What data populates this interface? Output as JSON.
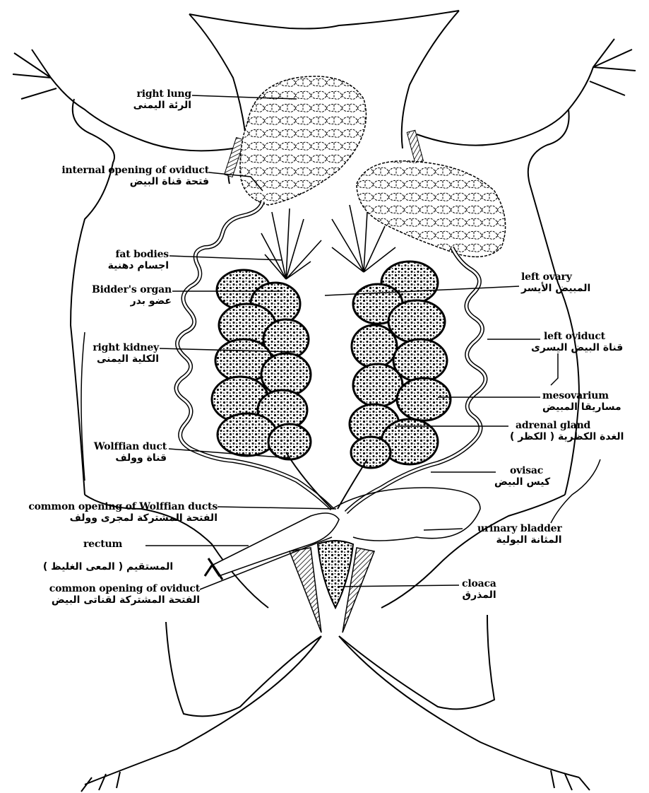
{
  "labels": {
    "right_lung": {
      "en": "right lung",
      "ar": "الرئة اليمنى"
    },
    "internal_opening_oviduct": {
      "en": "internal opening of oviduct",
      "ar": "فتحة قناة البيض"
    },
    "fat_bodies": {
      "en": "fat bodies",
      "ar": "اجسام دهنية"
    },
    "bidders_organ": {
      "en": "Bidder's organ",
      "ar": "عضو بدر"
    },
    "right_kidney": {
      "en": "right kidney",
      "ar": "الكلية اليمنى"
    },
    "wolffian_duct": {
      "en": "Wolffian duct",
      "ar": "قناة وولف"
    },
    "common_opening_wolffian": {
      "en": "common opening of Wolffian ducts",
      "ar": "الفتحة المشتركة لمجرى وولف"
    },
    "rectum": {
      "en": "rectum",
      "ar": "المستقيم ( المعى الغليظ )"
    },
    "common_opening_oviduct": {
      "en": "common opening of oviduct",
      "ar": "الفتحة المشتركة لقناتى البيض"
    },
    "left_ovary": {
      "en": "left ovary",
      "ar": "المبيض الأيسر"
    },
    "left_oviduct": {
      "en": "left oviduct",
      "ar": "قناة البيض اليسرى"
    },
    "mesovarium": {
      "en": "mesovarium",
      "ar": "مساريقا المبيض"
    },
    "adrenal_gland": {
      "en": "adrenal gland",
      "ar": "الغدة الكظرية ( الكظر )"
    },
    "ovisac": {
      "en": "ovisac",
      "ar": "كيس البيض"
    },
    "urinary_bladder": {
      "en": "urinary bladder",
      "ar": "المثانة البولية"
    },
    "cloaca": {
      "en": "cloaca",
      "ar": "المذرق"
    }
  }
}
